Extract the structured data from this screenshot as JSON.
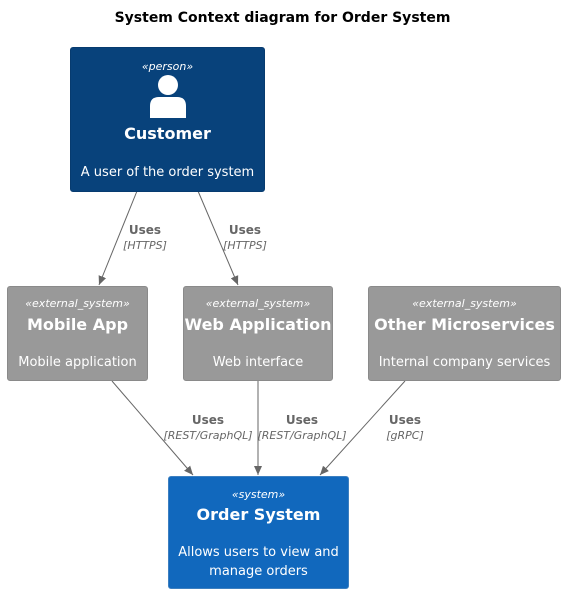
{
  "title": "System Context diagram for Order System",
  "nodes": {
    "customer": {
      "stereotype": "«person»",
      "name": "Customer",
      "description": "A user of the order system"
    },
    "mobile_app": {
      "stereotype": "«external_system»",
      "name": "Mobile App",
      "description": "Mobile application"
    },
    "web_app": {
      "stereotype": "«external_system»",
      "name": "Web Application",
      "description": "Web interface"
    },
    "other_ms": {
      "stereotype": "«external_system»",
      "name": "Other Microservices",
      "description": "Internal company services"
    },
    "order_system": {
      "stereotype": "«system»",
      "name": "Order System",
      "description": "Allows users to view and manage orders"
    }
  },
  "relations": {
    "customer_mobile": {
      "label": "Uses",
      "technology": "[HTTPS]"
    },
    "customer_web": {
      "label": "Uses",
      "technology": "[HTTPS]"
    },
    "mobile_order": {
      "label": "Uses",
      "technology": "[REST/GraphQL]"
    },
    "web_order": {
      "label": "Uses",
      "technology": "[REST/GraphQL]"
    },
    "other_order": {
      "label": "Uses",
      "technology": "[gRPC]"
    }
  },
  "colors": {
    "person": "#08427b",
    "external_system": "#999999",
    "system": "#1168bd",
    "arrow": "#666666"
  },
  "icons": {
    "person": "person-icon"
  }
}
